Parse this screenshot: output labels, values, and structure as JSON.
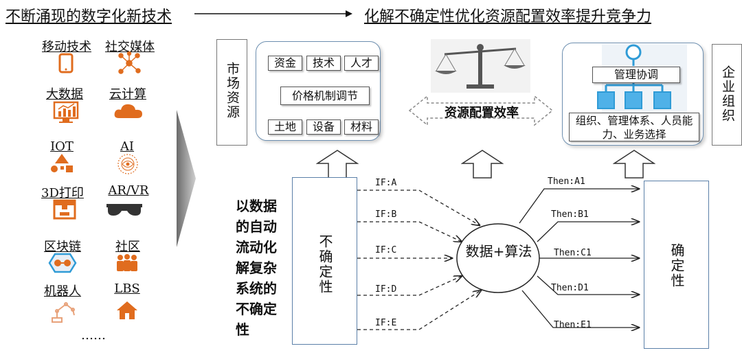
{
  "header": {
    "left_title": "不断涌现的数字化新技术",
    "right_title": "化解不确定性优化资源配置效率提升竞争力"
  },
  "tech_items": [
    {
      "label": "移动技术",
      "icon": "mobile-phone-icon"
    },
    {
      "label": "社交媒体",
      "icon": "social-network-icon"
    },
    {
      "label": "大数据",
      "icon": "chart-monitor-icon"
    },
    {
      "label": "云计算",
      "icon": "cloud-icon"
    },
    {
      "label": "IOT",
      "icon": "iot-shapes-icon"
    },
    {
      "label": "AI",
      "icon": "ai-brain-icon"
    },
    {
      "label": "3D打印",
      "icon": "3d-printer-icon"
    },
    {
      "label": "AR/VR",
      "icon": "vr-goggles-icon"
    },
    {
      "label": "区块链",
      "icon": "blockchain-icon"
    },
    {
      "label": "社区",
      "icon": "community-people-icon"
    },
    {
      "label": "机器人",
      "icon": "robot-arm-icon"
    },
    {
      "label": "LBS",
      "icon": "home-location-icon"
    }
  ],
  "ellipsis": "……",
  "market": {
    "side_label": "市场资源",
    "top_tags": [
      "资金",
      "技术",
      "人才"
    ],
    "middle": "价格机制调节",
    "bottom_tags": [
      "土地",
      "设备",
      "材料"
    ]
  },
  "center": {
    "efficiency_label": "资源配置效率"
  },
  "enterprise": {
    "side_label": "企业组织",
    "management": "管理协调",
    "detail": "组织、管理体系、人员能力、业务选择"
  },
  "bottom": {
    "left_caption": "以数据的自动流动化解复杂系统的不确定性",
    "uncertain": "不确定性",
    "hub": "数据+算法",
    "certain": "确定性",
    "ifs": [
      "IF:A",
      "IF:B",
      "IF:C",
      "IF:D",
      "IF:E"
    ],
    "thens": [
      "Then:A1",
      "Then:B1",
      "Then:C1",
      "Then:D1",
      "Then:E1"
    ]
  },
  "colors": {
    "orange": "#e06c1e",
    "blue": "#2f9bd6",
    "dark": "#333333"
  }
}
